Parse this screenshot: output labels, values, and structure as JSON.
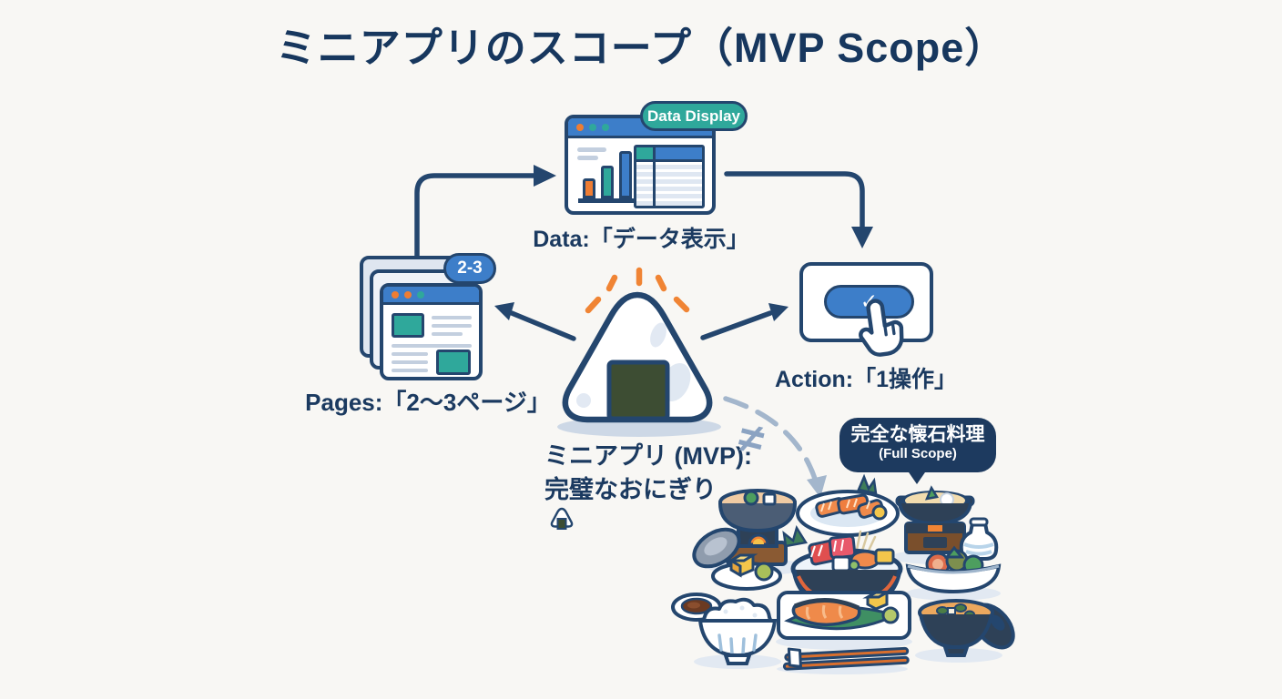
{
  "title": "ミニアプリのスコープ（MVP Scope）",
  "colors": {
    "background": "#f8f7f4",
    "navy": "#24466e",
    "text_navy": "#1b3a60",
    "blue": "#3d7ec9",
    "teal": "#2fa89b",
    "orange": "#ee7d33",
    "grey_arrow": "#a3b6cc",
    "bubble_navy": "#1d3a5f"
  },
  "data_node": {
    "badge": "Data Display",
    "label": "Data:「データ表示」"
  },
  "pages_node": {
    "badge": "2-3",
    "label": "Pages:「2〜3ページ」"
  },
  "action_node": {
    "label": "Action:「1操作」",
    "checkmark": "✓"
  },
  "mvp_node": {
    "line1": "ミニアプリ (MVP):",
    "line2": "完璧なおにぎり"
  },
  "full_scope": {
    "not_equal": "≠",
    "bubble_line1": "完全な懐石料理",
    "bubble_line2": "(Full Scope)"
  },
  "icons": {
    "data_display_window_icon": "browser window with bar chart and data table",
    "bar_chart_icon": "three bars orange/teal/blue",
    "data_table_icon": "table with teal and blue header cells",
    "pages_stack_icon": "three stacked browser pages with teal content blocks",
    "action_button_icon": "rounded blue button with checkmark",
    "checkmark_icon": "✓",
    "hand_cursor_icon": "pointing hand cursor",
    "onigiri_icon": "rice ball with nori sheet and orange sparkle rays",
    "not_equal_icon": "≠",
    "kaiseki_meal_icon": "full Japanese multi-dish meal: rice pot, sashimi plates, hot pot, sake bottle, side bowls, rice bowl, grilled fish, miso soup, chopsticks"
  }
}
